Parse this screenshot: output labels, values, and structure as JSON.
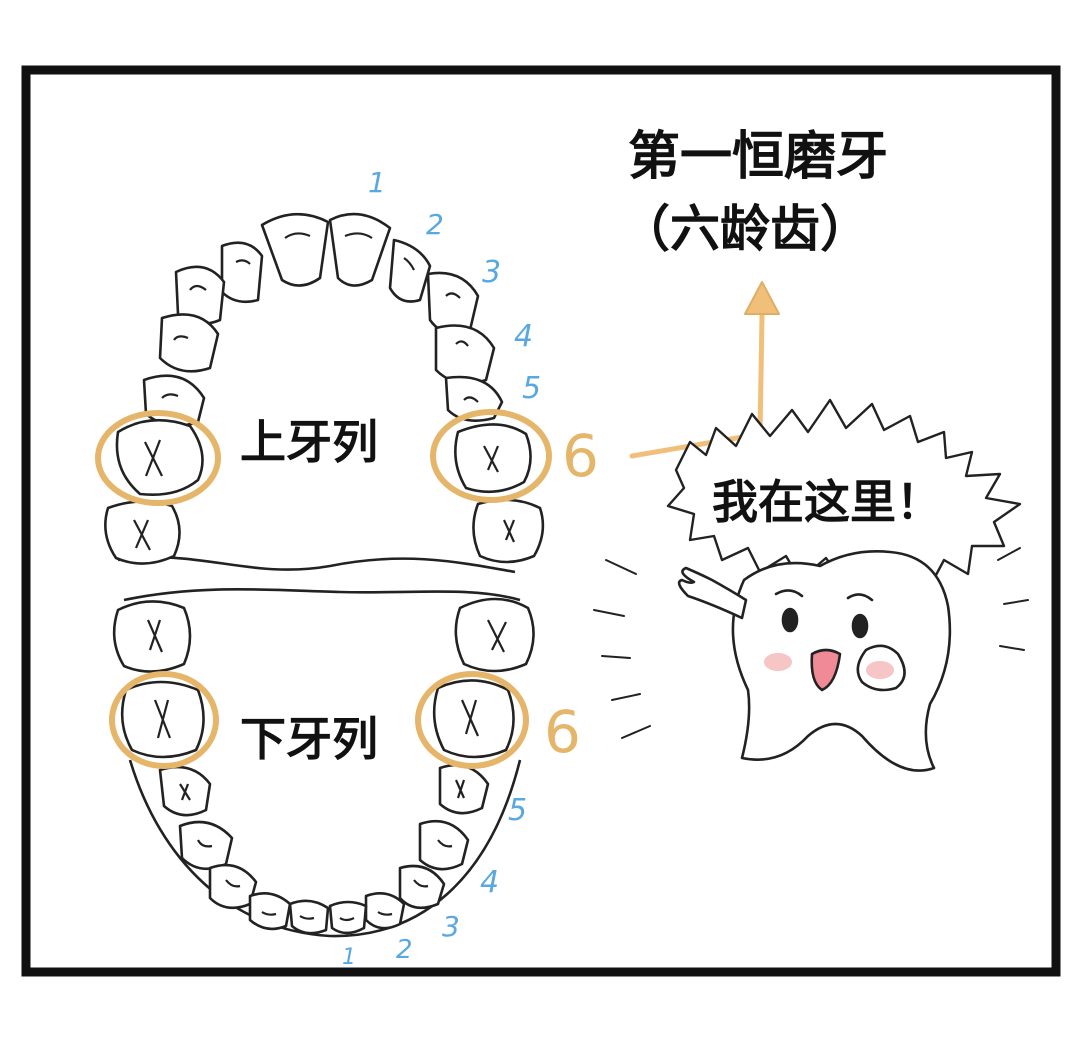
{
  "title": {
    "line1": "第一恒磨牙",
    "line2": "（六龄齿）"
  },
  "labels": {
    "upper_arch": "上牙列",
    "lower_arch": "下牙列",
    "speech": "我在这里！"
  },
  "tooth_numbers": {
    "upper": [
      "1",
      "2",
      "3",
      "4",
      "5",
      "6"
    ],
    "lower": [
      "6",
      "5",
      "4",
      "3",
      "2",
      "1"
    ]
  },
  "colors": {
    "border": "#111111",
    "highlight": "#e5b56a",
    "tooth_numbers": "#5aa8e0",
    "arrow": "#f0c07a",
    "cheek": "#f6c5c5",
    "tongue": "#f08a96"
  }
}
